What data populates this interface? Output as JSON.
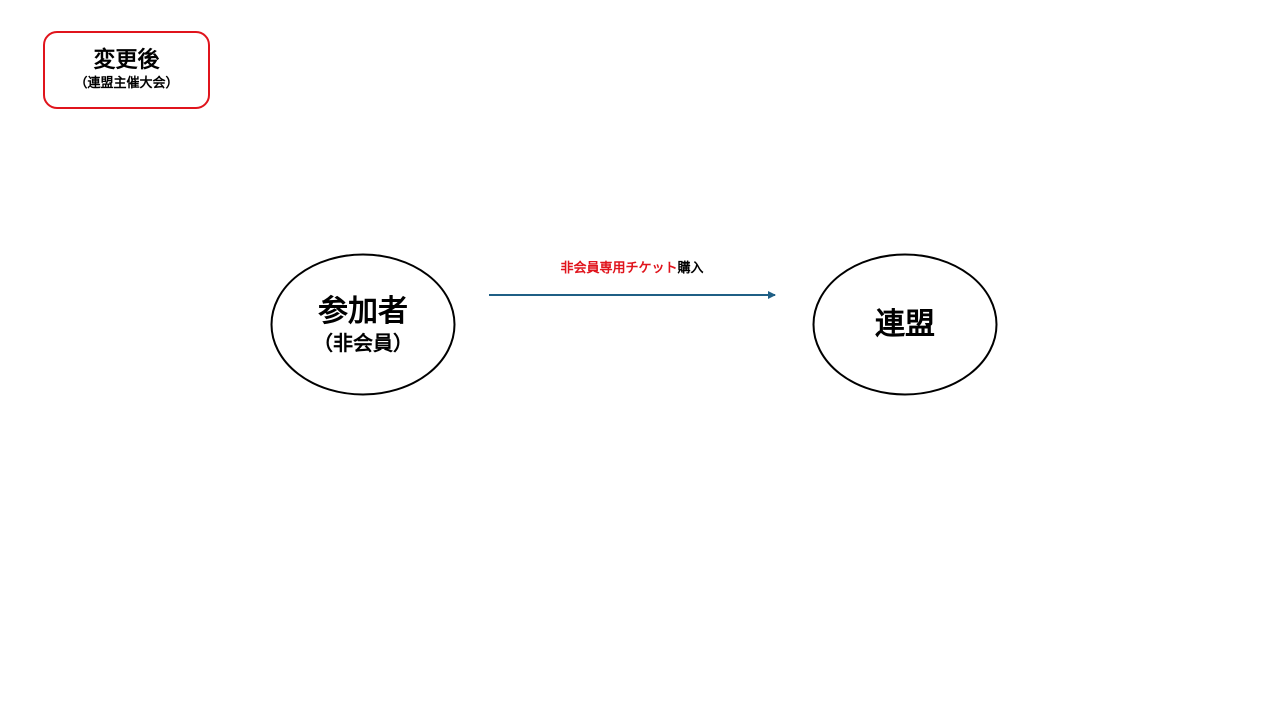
{
  "badge": {
    "title": "変更後",
    "subtitle": "（連盟主催大会）",
    "border_color": "#e0141c"
  },
  "nodes": {
    "participant": {
      "title": "参加者",
      "subtitle": "（非会員）"
    },
    "federation": {
      "title": "連盟"
    }
  },
  "edge": {
    "label_highlight": "非会員専用チケット",
    "label_rest": "購入",
    "highlight_color": "#e0141c",
    "arrow_color": "#1f5f85"
  }
}
